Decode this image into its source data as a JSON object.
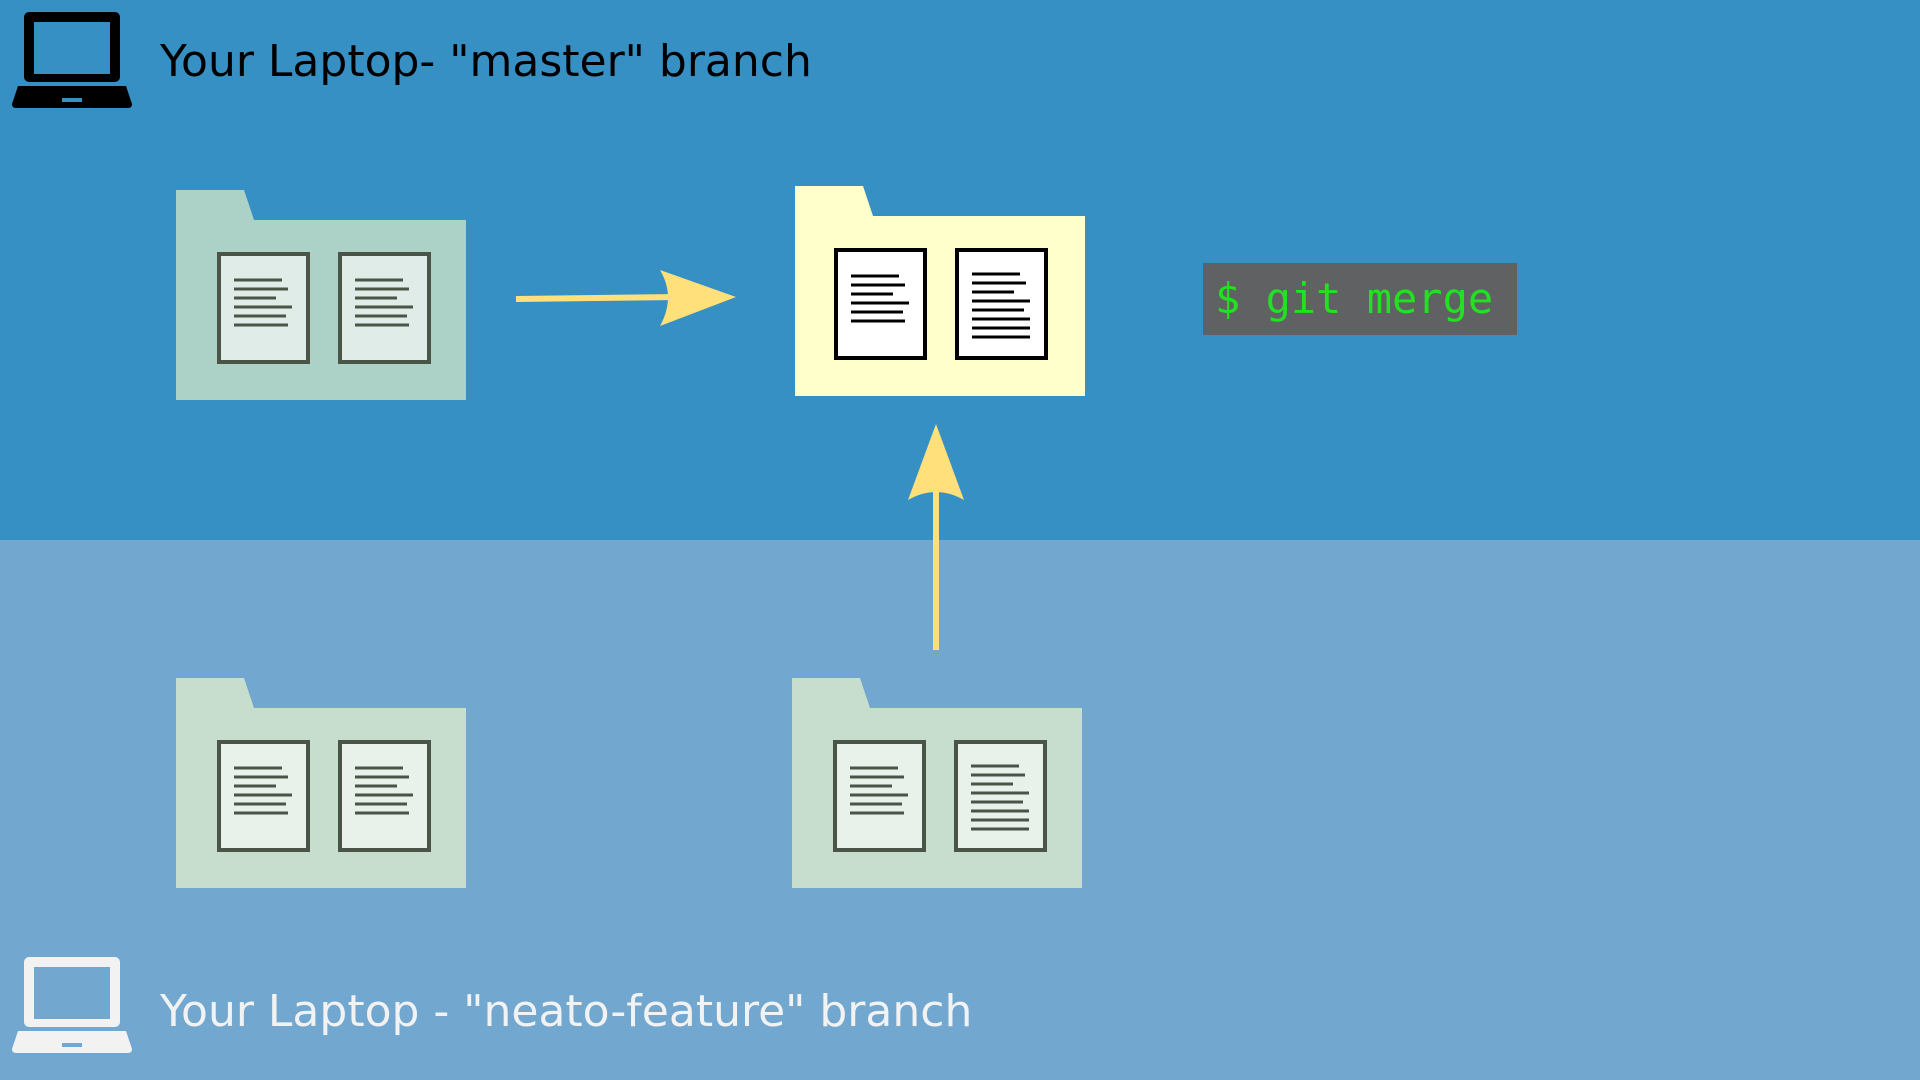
{
  "top": {
    "label": "Your Laptop- \"master\" branch",
    "background": "#3790c3",
    "laptop_icon": "laptop-icon",
    "laptop_color": "#000000"
  },
  "bottom": {
    "label": "Your Laptop - \"neato-feature\" branch",
    "background": "#72a8cf",
    "laptop_icon": "laptop-icon",
    "laptop_color": "#f2f2f2"
  },
  "terminal": {
    "command": "$ git merge",
    "background": "#5f6162",
    "text_color": "#22e022"
  },
  "folders": {
    "master_original": {
      "icon": "folder-icon",
      "color": "#acd2c7"
    },
    "master_merged": {
      "icon": "folder-icon",
      "color": "#ffffcc"
    },
    "feature_original": {
      "icon": "folder-icon",
      "color": "#c7ddcd"
    },
    "feature_changed": {
      "icon": "folder-icon",
      "color": "#c7ddcd"
    }
  },
  "arrow_color": "#ffe07a"
}
